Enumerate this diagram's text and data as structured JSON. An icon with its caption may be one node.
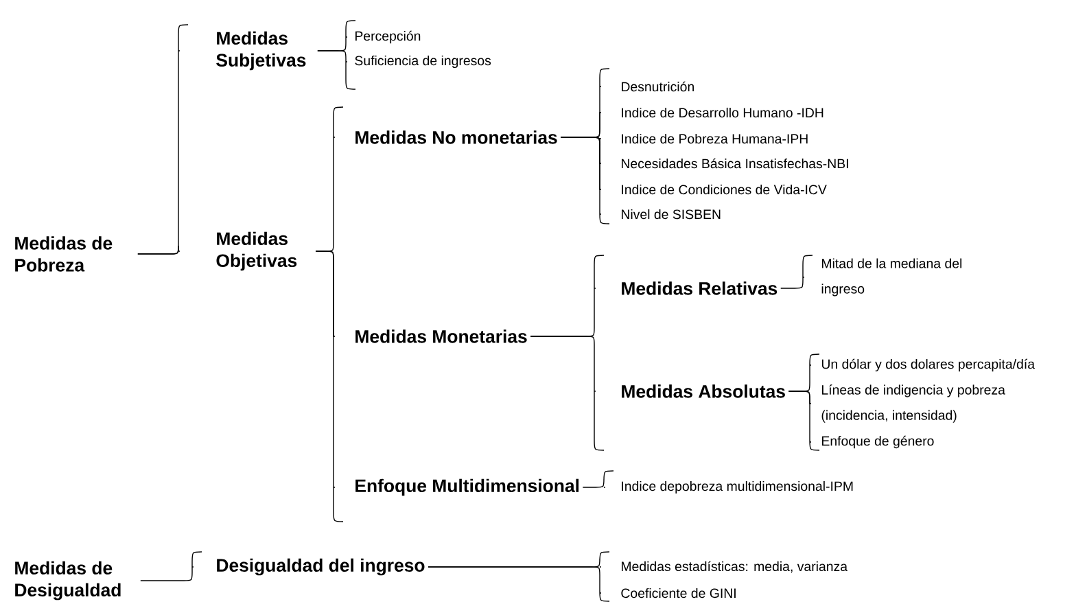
{
  "diagram": {
    "nodes": [
      {
        "text": [
          "Medidas de Pobreza"
        ]
      },
      {
        "text": [
          "Medidas Subjetivas"
        ]
      },
      {
        "text": [
          "Percepción"
        ]
      },
      {
        "text": [
          "Suficiencia de ingresos"
        ]
      },
      {
        "text": [
          "Medidas Objetivas"
        ]
      },
      {
        "text": [
          "Medidas No monetarias"
        ]
      },
      {
        "text": [
          "Desnutrición"
        ]
      },
      {
        "text": [
          "Indice de Desarrollo Humano -IDH"
        ]
      },
      {
        "text": [
          "Indice de Pobreza Humana-IPH"
        ]
      },
      {
        "text": [
          "Necesidades Básica Insatisfechas-NBI"
        ]
      },
      {
        "text": [
          "Indice de Condiciones de Vida-ICV"
        ]
      },
      {
        "text": [
          "Nivel de SISBEN"
        ]
      },
      {
        "text": [
          "Medidas Monetarias"
        ]
      },
      {
        "text": [
          "Medidas Relativas"
        ]
      },
      {
        "text": [
          "Mitad de la mediana del ingreso"
        ]
      },
      {
        "text": [
          "Medidas Absolutas"
        ]
      },
      {
        "text": [
          "Un dólar y dos dolares percapita/día"
        ]
      },
      {
        "text": [
          "Líneas de indigencia y pobreza (incidencia, intensidad)"
        ]
      },
      {
        "text": [
          "Enfoque de género"
        ]
      },
      {
        "text": [
          "Enfoque Multidimensional"
        ]
      },
      {
        "text": [
          "Indice depobreza multidimensional-IPM"
        ]
      },
      {
        "text": [
          "Medidas de Desigualdad"
        ]
      },
      {
        "text": [
          "Desigualdad del ingreso"
        ]
      },
      {
        "text": [
          "Medidas estadísticas: media, varianza"
        ]
      },
      {
        "text": [
          "Coeficiente de GINI"
        ]
      }
    ],
    "edges": [
      {
        "from": 0,
        "to": 1,
        "arrow": "none"
      },
      {
        "from": 0,
        "to": 4,
        "arrow": "none"
      },
      {
        "from": 1,
        "to": 2,
        "arrow": "none"
      },
      {
        "from": 1,
        "to": 3,
        "arrow": "none"
      },
      {
        "from": 4,
        "to": 5,
        "arrow": "none"
      },
      {
        "from": 4,
        "to": 12,
        "arrow": "none"
      },
      {
        "from": 4,
        "to": 19,
        "arrow": "none"
      },
      {
        "from": 5,
        "to": 6,
        "arrow": "none"
      },
      {
        "from": 5,
        "to": 7,
        "arrow": "none"
      },
      {
        "from": 5,
        "to": 8,
        "arrow": "none"
      },
      {
        "from": 5,
        "to": 9,
        "arrow": "none"
      },
      {
        "from": 5,
        "to": 10,
        "arrow": "none"
      },
      {
        "from": 5,
        "to": 11,
        "arrow": "none"
      },
      {
        "from": 12,
        "to": 13,
        "arrow": "none"
      },
      {
        "from": 12,
        "to": 15,
        "arrow": "none"
      },
      {
        "from": 13,
        "to": 14,
        "arrow": "none"
      },
      {
        "from": 15,
        "to": 16,
        "arrow": "none"
      },
      {
        "from": 15,
        "to": 17,
        "arrow": "none"
      },
      {
        "from": 15,
        "to": 18,
        "arrow": "none"
      },
      {
        "from": 19,
        "to": 20,
        "arrow": "none"
      },
      {
        "from": 21,
        "to": 22,
        "arrow": "none"
      },
      {
        "from": 22,
        "to": 23,
        "arrow": "none"
      },
      {
        "from": 22,
        "to": 24,
        "arrow": "none"
      }
    ]
  }
}
